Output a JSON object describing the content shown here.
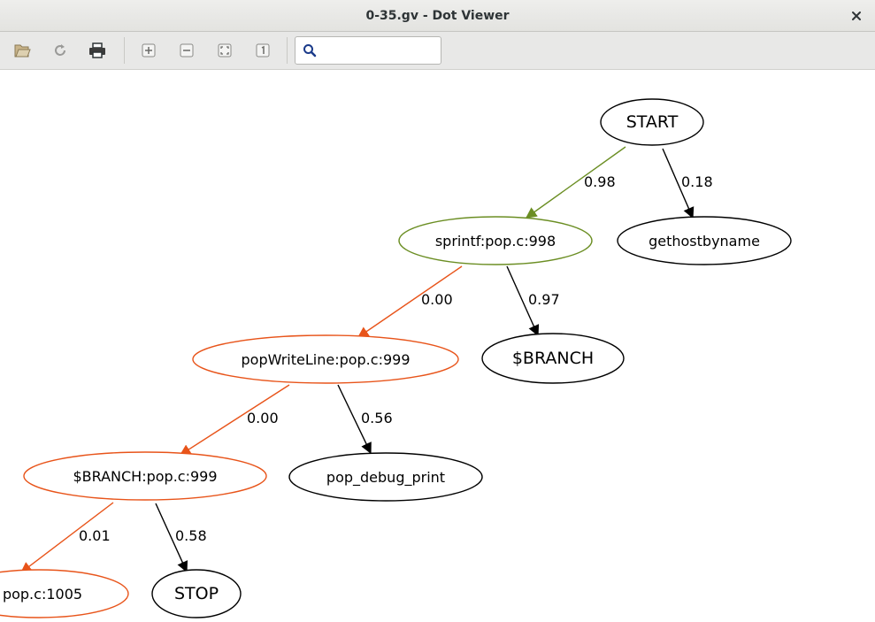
{
  "window": {
    "title": "0-35.gv - Dot Viewer"
  },
  "toolbar": {
    "buttons": [
      "open-icon",
      "reload-icon",
      "print-icon",
      "zoom-in-icon",
      "zoom-out-icon",
      "zoom-fit-icon",
      "zoom-100-icon"
    ],
    "search_value": "",
    "search_placeholder": ""
  },
  "graph": {
    "colors": {
      "green": "#6b8e23",
      "orange": "#e8541a",
      "black": "#000000"
    },
    "nodes": {
      "start": "START",
      "sprintf": "sprintf:pop.c:998",
      "gethostbyname": "gethostbyname",
      "popwriteline": "popWriteLine:pop.c:999",
      "branch": "$BRANCH",
      "branch_pop": "$BRANCH:pop.c:999",
      "pop_debug_print": "pop_debug_print",
      "pop1005": "pop.c:1005",
      "stop": "STOP"
    },
    "edges": {
      "start_sprintf": "0.98",
      "start_gethostbyname": "0.18",
      "sprintf_popwriteline": "0.00",
      "sprintf_branch": "0.97",
      "popwriteline_branchpop": "0.00",
      "popwriteline_debug": "0.56",
      "branchpop_1005": "0.01",
      "branchpop_stop": "0.58"
    }
  }
}
